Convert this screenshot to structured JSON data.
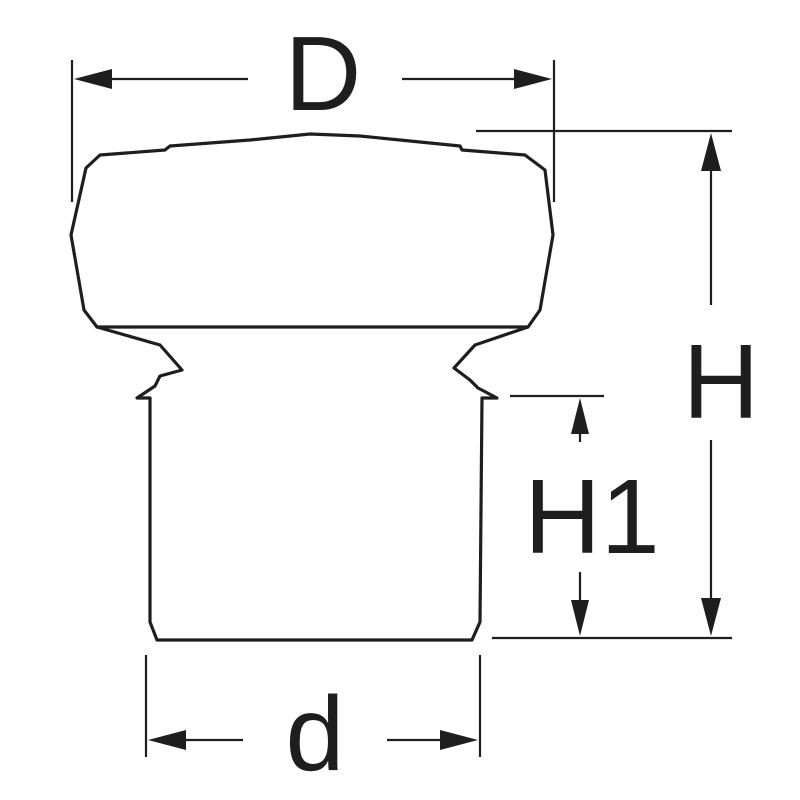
{
  "labels": {
    "top_width": "D",
    "bottom_width": "d",
    "total_height": "H",
    "spigot_height": "H1"
  },
  "colors": {
    "stroke": "#1e1e1e",
    "background": "#ffffff"
  }
}
